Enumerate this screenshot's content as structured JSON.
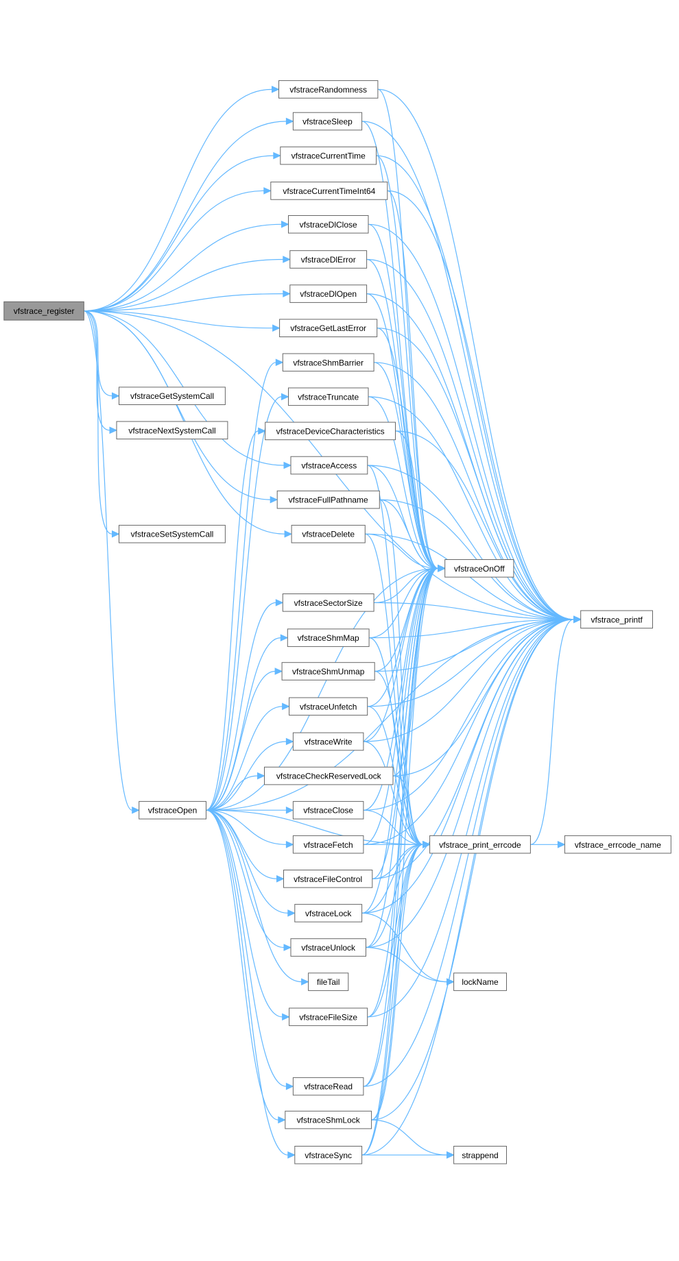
{
  "colors": {
    "edge": "#63b8ff",
    "node_border": "#666666",
    "node_fill": "#ffffff",
    "root_fill": "#999999"
  },
  "nodes": {
    "register": "vfstrace_register",
    "randomness": "vfstraceRandomness",
    "sleep": "vfstraceSleep",
    "currenttime": "vfstraceCurrentTime",
    "currenttimeint64": "vfstraceCurrentTimeInt64",
    "dlclose": "vfstraceDlClose",
    "dlerror": "vfstraceDlError",
    "dlopen": "vfstraceDlOpen",
    "getlasterror": "vfstraceGetLastError",
    "getsystemcall": "vfstraceGetSystemCall",
    "nextsystemcall": "vfstraceNextSystemCall",
    "setsystemcall": "vfstraceSetSystemCall",
    "shmbarrier": "vfstraceShmBarrier",
    "truncate": "vfstraceTruncate",
    "devicechar": "vfstraceDeviceCharacteristics",
    "access": "vfstraceAccess",
    "fullpathname": "vfstraceFullPathname",
    "delete": "vfstraceDelete",
    "onoff": "vfstraceOnOff",
    "sectorsize": "vfstraceSectorSize",
    "shmmap": "vfstraceShmMap",
    "shmunmap": "vfstraceShmUnmap",
    "unfetch": "vfstraceUnfetch",
    "write": "vfstraceWrite",
    "checkreservedlock": "vfstraceCheckReservedLock",
    "printf": "vfstrace_printf",
    "open": "vfstraceOpen",
    "close": "vfstraceClose",
    "fetch": "vfstraceFetch",
    "printerrcode": "vfstrace_print_errcode",
    "errcodename": "vfstrace_errcode_name",
    "filecontrol": "vfstraceFileControl",
    "lock": "vfstraceLock",
    "unlock": "vfstraceUnlock",
    "locknamefn": "lockName",
    "filetail": "fileTail",
    "filesize": "vfstraceFileSize",
    "read": "vfstraceRead",
    "shmlock": "vfstraceShmLock",
    "strappend": "strappend",
    "sync": "vfstraceSync"
  }
}
